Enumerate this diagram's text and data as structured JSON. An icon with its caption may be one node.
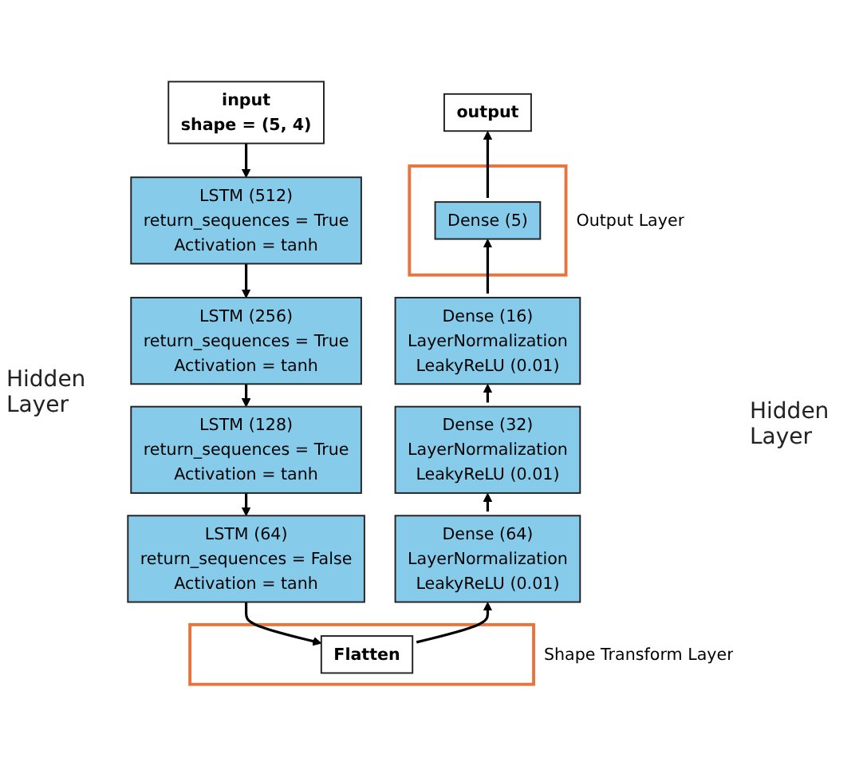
{
  "diagram": {
    "nodes": [
      {
        "text": [
          "input",
          "shape = (5, 4)"
        ]
      },
      {
        "text": [
          "LSTM (512)",
          "return_sequences = True",
          "Activation = tanh"
        ]
      },
      {
        "text": [
          "LSTM (256)",
          "return_sequences = True",
          "Activation = tanh"
        ]
      },
      {
        "text": [
          "LSTM (128)",
          "return_sequences = True",
          "Activation = tanh"
        ]
      },
      {
        "text": [
          "LSTM (64)",
          "return_sequences = False",
          "Activation = tanh"
        ]
      },
      {
        "text": [
          "Shape Transform Layer"
        ]
      },
      {
        "text": [
          "Flatten"
        ],
        "in": 5
      },
      {
        "text": [
          "Dense (64)",
          "LayerNormalization",
          "LeakyReLU (0.01)"
        ]
      },
      {
        "text": [
          "Dense (32)",
          "LayerNormalization",
          "LeakyReLU (0.01)"
        ]
      },
      {
        "text": [
          "Dense (16)",
          "LayerNormalization",
          "LeakyReLU (0.01)"
        ]
      },
      {
        "text": [
          "Output Layer"
        ]
      },
      {
        "text": [
          "Dense (5)"
        ],
        "in": 10
      },
      {
        "text": [
          "output"
        ]
      }
    ],
    "edges": [
      {
        "from": 0,
        "to": 1,
        "arrow": "to"
      },
      {
        "from": 1,
        "to": 2,
        "arrow": "to"
      },
      {
        "from": 2,
        "to": 3,
        "arrow": "to"
      },
      {
        "from": 3,
        "to": 4,
        "arrow": "to"
      },
      {
        "from": 4,
        "to": 6,
        "arrow": "to"
      },
      {
        "from": 6,
        "to": 7,
        "arrow": "to"
      },
      {
        "from": 7,
        "to": 8,
        "arrow": "to"
      },
      {
        "from": 8,
        "to": 9,
        "arrow": "to"
      },
      {
        "from": 9,
        "to": 11,
        "arrow": "to"
      },
      {
        "from": 11,
        "to": 12,
        "arrow": "to"
      }
    ],
    "labels": [
      "Hidden Layer",
      "Hidden Layer"
    ]
  }
}
